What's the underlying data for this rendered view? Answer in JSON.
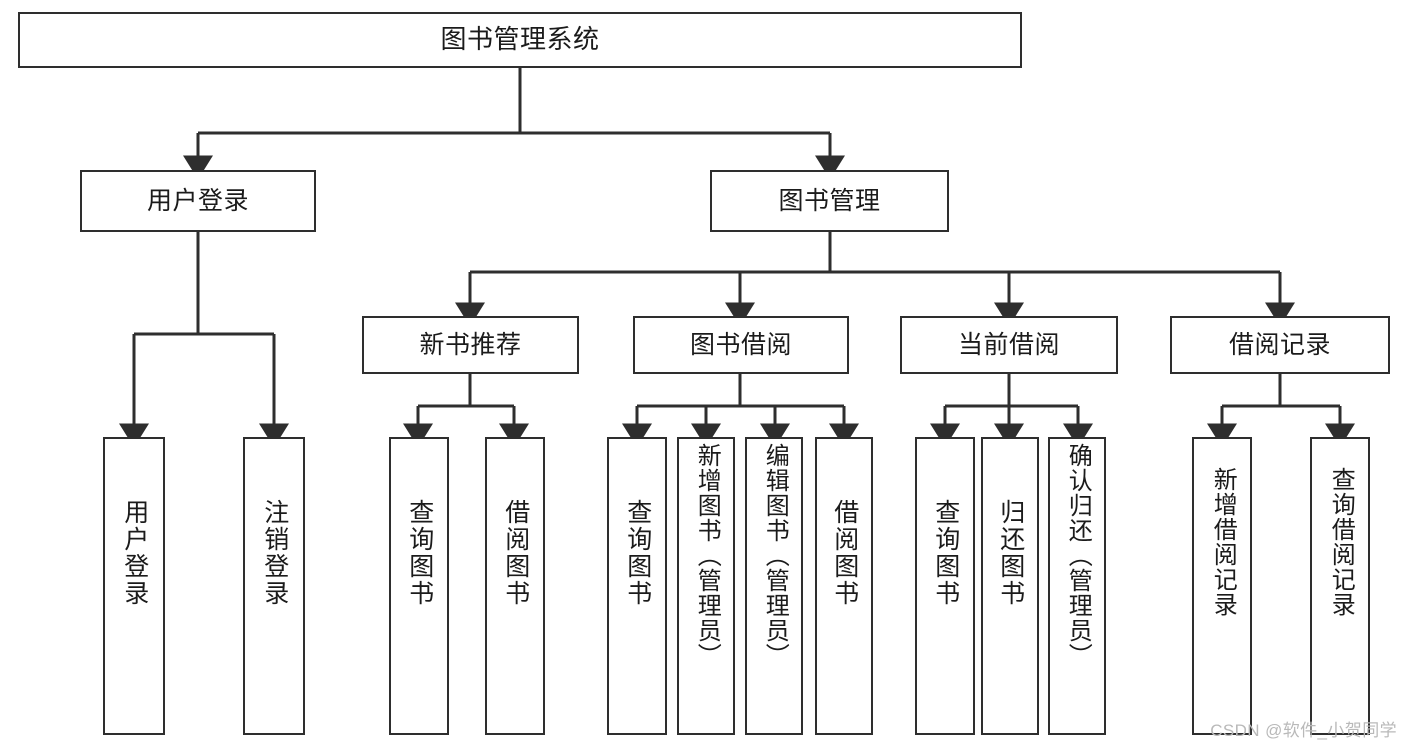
{
  "diagram": {
    "title": "图书管理系统",
    "watermark": "CSDN @软件_小贺同学",
    "line_color": "#2e2e2e",
    "box_fill": "#ffffff",
    "text_color": "#1b1b1b",
    "root": {
      "id": "root",
      "label": "图书管理系统"
    },
    "level2": [
      {
        "id": "user-login",
        "label": "用户登录"
      },
      {
        "id": "book-manage",
        "label": "图书管理"
      }
    ],
    "level3": [
      {
        "id": "new-book-rec",
        "label": "新书推荐"
      },
      {
        "id": "book-borrow",
        "label": "图书借阅"
      },
      {
        "id": "current-borrow",
        "label": "当前借阅"
      },
      {
        "id": "borrow-record",
        "label": "借阅记录"
      }
    ],
    "leaves": {
      "user_login": [
        {
          "id": "leaf-user-login",
          "label": "用户登录"
        },
        {
          "id": "leaf-logout-login",
          "label": "注销登录"
        }
      ],
      "new_book_rec": [
        {
          "id": "leaf-query-book-1",
          "label": "查询图书"
        },
        {
          "id": "leaf-borrow-book-1",
          "label": "借阅图书"
        }
      ],
      "book_borrow": [
        {
          "id": "leaf-query-book-2",
          "label": "查询图书"
        },
        {
          "id": "leaf-add-book",
          "label": "新增图书（管理员）"
        },
        {
          "id": "leaf-edit-book",
          "label": "编辑图书（管理员）"
        },
        {
          "id": "leaf-borrow-book-2",
          "label": "借阅图书"
        }
      ],
      "current_borrow": [
        {
          "id": "leaf-query-book-3",
          "label": "查询图书"
        },
        {
          "id": "leaf-return-book",
          "label": "归还图书"
        },
        {
          "id": "leaf-confirm-return",
          "label": "确认归还（管理员）"
        }
      ],
      "borrow_record": [
        {
          "id": "leaf-add-record",
          "label": "新增借阅记录"
        },
        {
          "id": "leaf-query-record",
          "label": "查询借阅记录"
        }
      ]
    }
  }
}
